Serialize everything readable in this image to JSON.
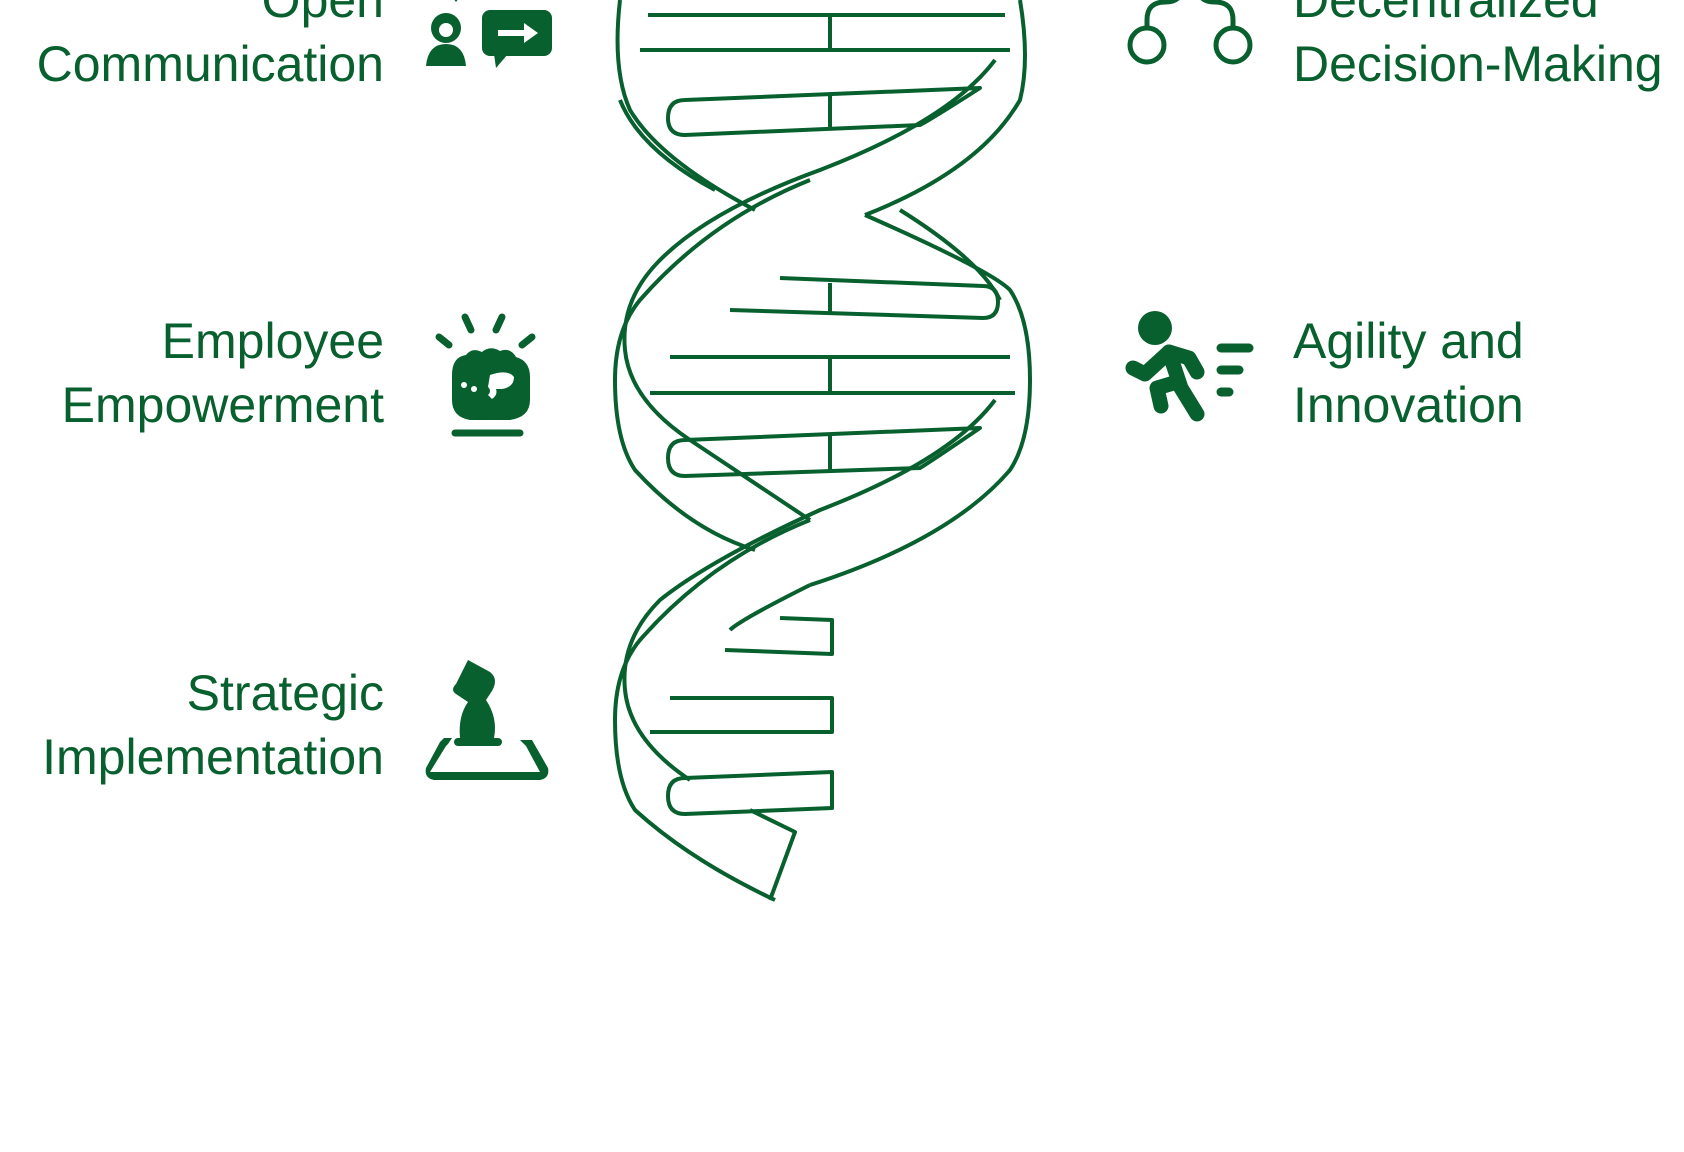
{
  "theme": {
    "accent": "#08602f",
    "background": "#ffffff"
  },
  "items": {
    "open_communication": {
      "line1": "Open",
      "line2": "Communication",
      "icon": "chat-people-icon"
    },
    "employee_empowerment": {
      "line1": "Employee",
      "line2": "Empowerment",
      "icon": "raised-fist-icon"
    },
    "strategic_implementation": {
      "line1": "Strategic",
      "line2": "Implementation",
      "icon": "chess-knight-icon"
    },
    "decentralized_decision_making": {
      "line1": "Decentralized",
      "line2": "Decision-Making",
      "icon": "branching-nodes-icon"
    },
    "agility_innovation": {
      "line1": "Agility and",
      "line2": "Innovation",
      "icon": "running-person-icon"
    }
  },
  "center_graphic": {
    "icon": "dna-helix-icon"
  }
}
